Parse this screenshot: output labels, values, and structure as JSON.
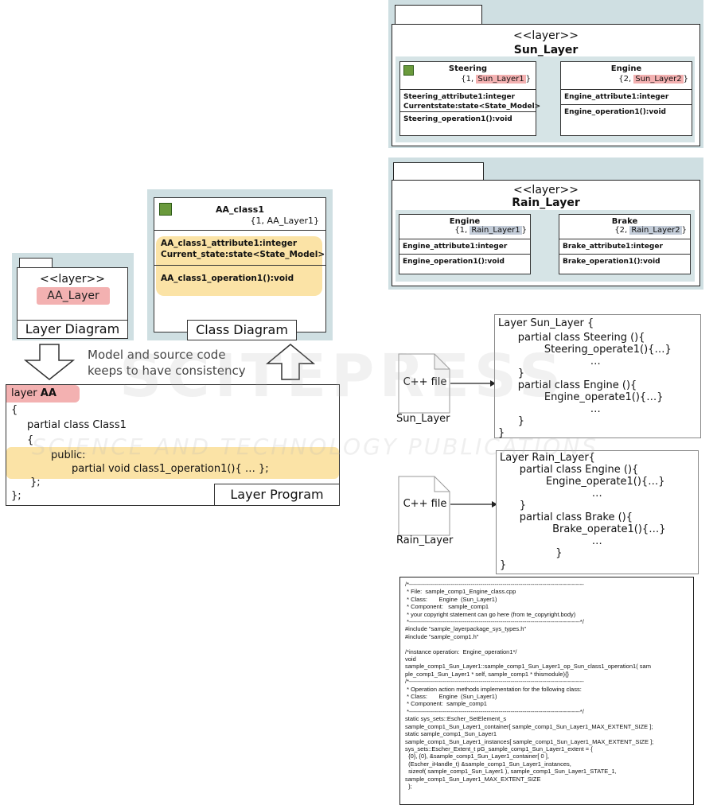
{
  "left": {
    "layer_diagram": {
      "stereotype": "<<layer>>",
      "name": "AA_Layer",
      "caption": "Layer Diagram"
    },
    "class_diagram": {
      "class_name": "AA_class1",
      "class_tag": "{1, AA_Layer1}",
      "attr1": "AA_class1_attribute1:integer",
      "attr2": "Current_state:state<State_Model>",
      "op1": "AA_class1_operation1():void",
      "caption": "Class Diagram"
    },
    "consistency_text_1": "Model and source code",
    "consistency_text_2": "keeps to have consistency",
    "program": {
      "layer_kw": "layer",
      "layer_name": "AA",
      "lines": [
        "{",
        "partial class Class1",
        "{",
        "public:",
        "partial void class1_operation1(){ … };",
        "};",
        "};"
      ],
      "caption": "Layer Program"
    }
  },
  "sun_layer": {
    "stereotype": "<<layer>>",
    "name": "Sun_Layer",
    "steering": {
      "name": "Steering",
      "tag_prefix": "{1, ",
      "tag_layer": "Sun_Layer1",
      "tag_suffix": "}",
      "attr1": "Steering_attribute1:integer",
      "attr2": "Currentstate:state<State_Model>",
      "op1": "Steering_operation1():void"
    },
    "engine": {
      "name": "Engine",
      "tag_prefix": "{2, ",
      "tag_layer": "Sun_Layer2",
      "tag_suffix": "}",
      "attr1": "Engine_attribute1:integer",
      "op1": "Engine_operation1():void"
    }
  },
  "rain_layer": {
    "stereotype": "<<layer>>",
    "name": "Rain_Layer",
    "engine": {
      "name": "Engine",
      "tag_prefix": "{1, ",
      "tag_layer": "Rain_Layer1",
      "tag_suffix": "}",
      "attr1": "Engine_attribute1:integer",
      "op1": "Engine_operation1():void"
    },
    "brake": {
      "name": "Brake",
      "tag_prefix": "{2, ",
      "tag_layer": "Rain_Layer2",
      "tag_suffix": "}",
      "attr1": "Brake_attribute1:integer",
      "op1": "Brake_operation1():void"
    }
  },
  "sun_code": {
    "file_label": "C++ file",
    "file_caption": "Sun_Layer",
    "lines": [
      "Layer Sun_Layer {",
      "      partial class Steering (){",
      "              Steering_operate1(){…}",
      "                            …",
      "      }",
      "      partial class Engine (){",
      "              Engine_operate1(){…}",
      "                            …",
      "      }",
      "}"
    ]
  },
  "rain_code": {
    "file_label": "C++ file",
    "file_caption": "Rain_Layer",
    "lines": [
      "Layer Rain_Layer{",
      "      partial class Engine (){",
      "              Engine_operate1(){…}",
      "                            …",
      "      }",
      "      partial class Brake (){",
      "                Brake_operate1(){…}",
      "                            …",
      "                 }",
      "}"
    ]
  },
  "generated_code": [
    "/*----------------------------------------------------------------------------------------",
    " * File:  sample_comp1_Engine_class.cpp",
    " * Class:       Engine  (Sun_Layer1)",
    " * Component:   sample_comp1",
    " * your copyright statement can go here (from te_copyright.body)",
    " *--------------------------------------------------------------------------------------*/",
    "#include \"sample_layerpackage_sys_types.h\"",
    "#include \"sample_comp1.h\"",
    "",
    "/*instance operation:  Engine_operation1*/",
    "void",
    "sample_comp1_Sun_Layer1::sample_comp1_Sun_Layer1_op_Sun_class1_operation1( sam",
    "ple_comp1_Sun_Layer1 * self, sample_comp1 * thismodule){}",
    "/*----------------------------------------------------------------------------------------",
    " * Operation action methods implementation for the following class:",
    " * Class:       Engine  (Sun_Layer1)",
    " * Component:  sample_comp1",
    " *--------------------------------------------------------------------------------------*/",
    "static sys_sets::Escher_SetElement_s",
    "sample_comp1_Sun_Layer1_container[ sample_comp1_Sun_Layer1_MAX_EXTENT_SIZE ];",
    "static sample_comp1_Sun_Layer1",
    "sample_comp1_Sun_Layer1_instances[ sample_comp1_Sun_Layer1_MAX_EXTENT_SIZE ];",
    "sys_sets::Escher_Extent_t pG_sample_comp1_Sun_Layer1_extent = {",
    "  {0}, {0}, &sample_comp1_Sun_Layer1_container[ 0 ],",
    "  (Escher_iHandle_t) &sample_comp1_Sun_Layer1_instances,",
    "  sizeof( sample_comp1_Sun_Layer1 ), sample_comp1_Sun_Layer1_STATE_1,",
    "sample_comp1_Sun_Layer1_MAX_EXTENT_SIZE",
    "  };"
  ],
  "watermark": {
    "line1": "SCITEPRESS",
    "line2": "SCIENCE AND TECHNOLOGY PUBLICATIONS"
  },
  "colors": {
    "panel_bg": "#cfdfe2",
    "highlight_red": "#f3b1b1",
    "highlight_blue": "#c3ccd8",
    "highlight_yellow": "#fbe3a6"
  }
}
